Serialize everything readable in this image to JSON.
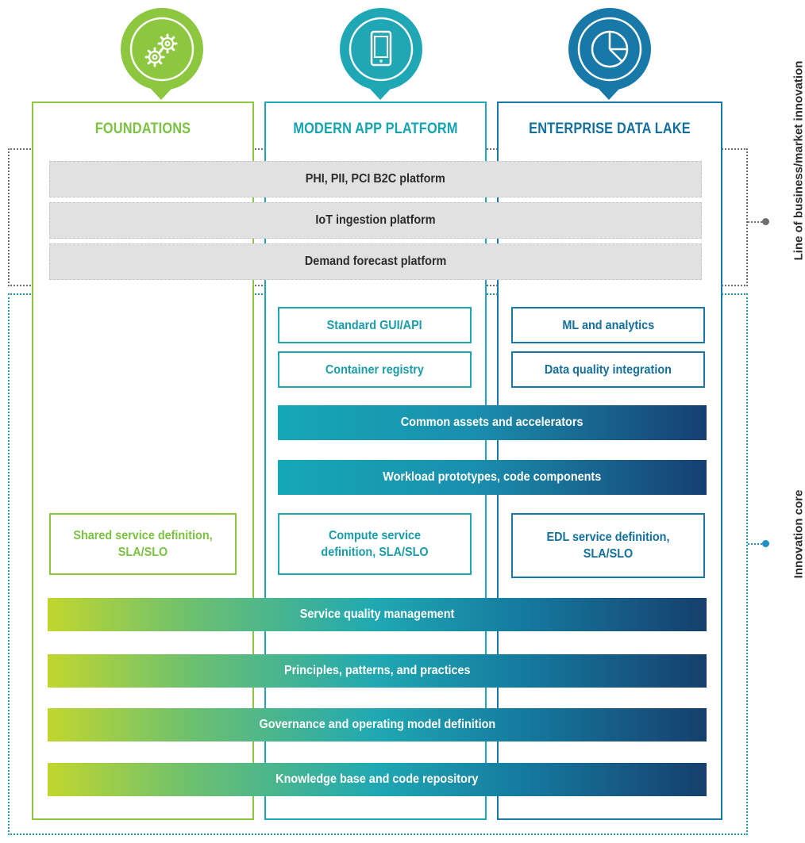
{
  "columns": {
    "foundations": {
      "title": "FOUNDATIONS",
      "icon": "gears-icon",
      "color": "#8dc63f"
    },
    "modern_app": {
      "title": "MODERN APP PLATFORM",
      "icon": "mobile-phone-icon",
      "color": "#20a7b5"
    },
    "enterprise_data_lake": {
      "title": "ENTERPRISE DATA LAKE",
      "icon": "pie-chart-icon",
      "color": "#1878a8"
    }
  },
  "platforms": [
    "PHI, PII, PCI B2C platform",
    "IoT ingestion platform",
    "Demand forecast platform"
  ],
  "app_boxes": [
    "Standard GUI/API",
    "Container registry"
  ],
  "edl_boxes": [
    "ML and analytics",
    "Data quality integration"
  ],
  "shared_bars": [
    "Common assets and accelerators",
    "Workload prototypes, code components"
  ],
  "service_definitions": {
    "foundations": "Shared service definition, SLA/SLO",
    "modern_app": "Compute service definition, SLA/SLO",
    "enterprise_data_lake": "EDL service definition, SLA/SLO"
  },
  "core_bars": [
    "Service quality management",
    "Principles, patterns, and practices",
    "Governance and operating model definition",
    "Knowledge base and code repository"
  ],
  "side_labels": {
    "line_of_business": "Line of business/market innovation",
    "innovation_core": "Innovation core"
  }
}
